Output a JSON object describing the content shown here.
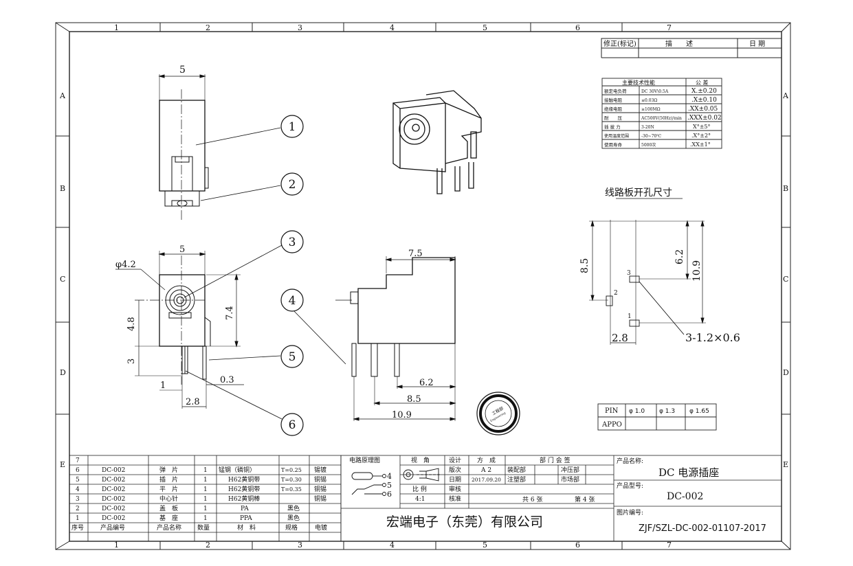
{
  "grid": {
    "columns": [
      "1",
      "2",
      "3",
      "4",
      "5",
      "6",
      "7"
    ],
    "rows": [
      "A",
      "B",
      "C",
      "D",
      "E"
    ]
  },
  "revision": {
    "headers": [
      "修正(标记)",
      "描　　述",
      "日 期"
    ]
  },
  "specs": {
    "header": [
      "主要技术性能",
      "公 差"
    ],
    "rows": [
      {
        "name": "额定电负荷",
        "value": "DC 30V\\0.5A",
        "tol": "X.±0.20"
      },
      {
        "name": "接触电阻",
        "value": "≤0.03Ω",
        "tol": ".X±0.10"
      },
      {
        "name": "绝缘电阻",
        "value": "≥100MΩ",
        "tol": ".XX±0.05"
      },
      {
        "name": "耐　　压",
        "value": "AC500V(50Hz)/min",
        "tol": ".XXX±0.02"
      },
      {
        "name": "插 拔 力",
        "value": "3-20N",
        "tol": "X°±5°"
      },
      {
        "name": "使用温度范围",
        "value": "-30~70℃",
        "tol": ".X°±2°"
      },
      {
        "name": "使用寿命",
        "value": "5000次",
        "tol": ".XX±1°"
      }
    ]
  },
  "pcb": {
    "title": "线路板开孔尺寸",
    "dim_85": "8.5",
    "dim_62": "6.2",
    "dim_109": "10.9",
    "dim_28": "2.8",
    "hole_note": "3-1.2×0.6",
    "pin_labels": [
      "1",
      "2",
      "3"
    ]
  },
  "pin_table": {
    "row1": [
      "PIN",
      "φ 1.0",
      "φ 1.3",
      "φ 1.65"
    ],
    "row2": [
      "APPO",
      "",
      "",
      ""
    ]
  },
  "views": {
    "top_width": "5",
    "front_width": "5",
    "front_dia": "φ4.2",
    "front_h48": "4.8",
    "front_h74": "7.4",
    "front_h3": "3",
    "front_w1": "1",
    "front_w28": "2.8",
    "front_w03": "0.3",
    "side_75": "7.5",
    "side_62": "6.2",
    "side_85": "8.5",
    "side_109": "10.9"
  },
  "balloons": [
    "1",
    "2",
    "3",
    "4",
    "5",
    "6"
  ],
  "stamp": {
    "text": "工程部",
    "sub": "Engineering"
  },
  "bom": {
    "rows": [
      {
        "no": "7",
        "code": "",
        "name": "",
        "qty": "",
        "mat": "",
        "spec": "",
        "plating": ""
      },
      {
        "no": "6",
        "code": "DC-002",
        "name": "弹　片",
        "qty": "1",
        "mat": "锰钢（磷铜）",
        "spec": "T=0.25",
        "plating": "锡镀"
      },
      {
        "no": "5",
        "code": "DC-002",
        "name": "插　片",
        "qty": "1",
        "mat": "H62黄铜带",
        "spec": "T=0.30",
        "plating": "铜锡"
      },
      {
        "no": "4",
        "code": "DC-002",
        "name": "平　片",
        "qty": "1",
        "mat": "H62黄铜带",
        "spec": "T=0.35",
        "plating": "铜锡"
      },
      {
        "no": "3",
        "code": "DC-002",
        "name": "中心针",
        "qty": "1",
        "mat": "H62黄铜棒",
        "spec": "",
        "plating": "铜锡"
      },
      {
        "no": "2",
        "code": "DC-002",
        "name": "盖　板",
        "qty": "1",
        "mat": "PA",
        "spec": "黑色",
        "plating": ""
      },
      {
        "no": "1",
        "code": "DC-002",
        "name": "基　座",
        "qty": "1",
        "mat": "PPA",
        "spec": "黑色",
        "plating": ""
      }
    ],
    "header": [
      "序号",
      "产品编号",
      "产品名称",
      "数量",
      "材　料",
      "规格",
      "电镀"
    ]
  },
  "title_block": {
    "circuit_label": "电路原理图",
    "circuit_pins": [
      "4",
      "5",
      "6"
    ],
    "view_label": "视　角",
    "ratio_label": "比 例",
    "ratio_value": "4:1",
    "design": "设计",
    "version": "版次",
    "date": "日期",
    "review": "审核",
    "approve": "核准",
    "fangcheng": "方　成",
    "ver_value": "A 2",
    "date_value": "2017.09.20",
    "dept": "部 门 会 签",
    "dept1": "装配部",
    "dept2": "冲压部",
    "dept3": "注塑部",
    "dept4": "市场部",
    "total": "共 6 张",
    "sheet": "第 4 张",
    "company": "宏端电子（东莞）有限公司",
    "product_name_label": "产品名称:",
    "product_name": "DC 电源插座",
    "product_model_label": "产品型号:",
    "product_model": "DC-002",
    "drawing_no_label": "图片编号:",
    "drawing_no": "ZJF/SZL-DC-002-01107-2017"
  }
}
